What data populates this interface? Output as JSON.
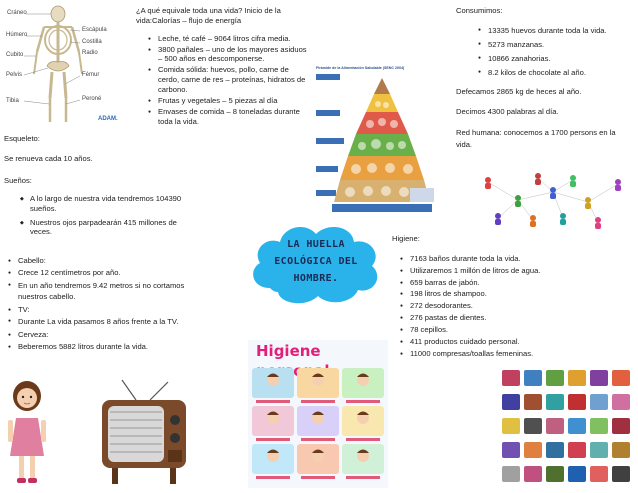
{
  "skeleton_labels": [
    "Cráneo",
    "Húmero",
    "Cubito",
    "Pelvis",
    "Tibia",
    "Escápula",
    "Costilla",
    "Radio",
    "Fémur",
    "Peroné"
  ],
  "adam_logo": "ADAM.",
  "vida": {
    "heading": "¿A qué equivale toda una vida? Inicio de la vida:Calorías – flujo de energía",
    "items": [
      "Leche, té café – 9064 litros cifra media.",
      "3800 pañales – uno de los mayores asiduos – 500 años en descomponerse.",
      "Comida sólida: huevos, pollo, carne de cerdo, carne de res – proteínas, hidratos de carbono.",
      "Frutas y vegetales – 5 piezas al día",
      "Envases de comida – 8 toneladas durante toda la vida."
    ]
  },
  "pyramid": {
    "title": "Pirámide de la Alimentación Saludable (SENC 2004)"
  },
  "consumimos": {
    "heading": "Consumimos:",
    "items": [
      "13335 huevos durante toda la vida.",
      "5273 manzanas.",
      "10866 zanahorias.",
      "8.2 kilos de chocolate al año."
    ],
    "lines": [
      "Defecamos 2865 kg de heces al año.",
      "Decimos 4300 palabras al día.",
      "Red humana: conocemos a 1700 persons en la vida."
    ]
  },
  "esqueleto": {
    "heading": "Esqueleto:",
    "line": "Se renueva cada 10 años."
  },
  "suenos": {
    "heading": "Sueños:",
    "items": [
      "A lo largo de nuestra vida tendremos 104390 sueños.",
      "Nuestros ojos parpadearán 415 millones de veces."
    ]
  },
  "misc": {
    "items": [
      "Cabello:",
      "Crece 12 centímetros por año.",
      "En un año tendremos 9.42 metros si no cortamos nuestros cabello.",
      "TV:",
      "Durante La vida pasamos 8 años frente a la TV.",
      "Cerveza:",
      "Beberemos 5882 litros durante la vida."
    ]
  },
  "cloud": {
    "title_lines": [
      "LA HUELLA",
      "ECOLÓGICA DEL",
      "HOMBRE."
    ]
  },
  "higiene": {
    "heading": "Higiene:",
    "items": [
      "7163 baños durante toda la vida.",
      "Utilizaremos 1 millón de litros de agua.",
      "659 barras de jabón.",
      "198 litros de shampoo.",
      "272 desodorantes.",
      "276 pastas de dientes.",
      "78 cepillos.",
      "411 productos cuidado personal.",
      "11000 compresas/toallas femeninas."
    ]
  },
  "higiene_poster": {
    "title": "Higiene personal"
  },
  "colors": {
    "cloud_fill": "#2ab3ea",
    "pyramid_blue": "#3a6fb5",
    "tv_body": "#7a4a2a",
    "girl_dress": "#e07fa0"
  }
}
